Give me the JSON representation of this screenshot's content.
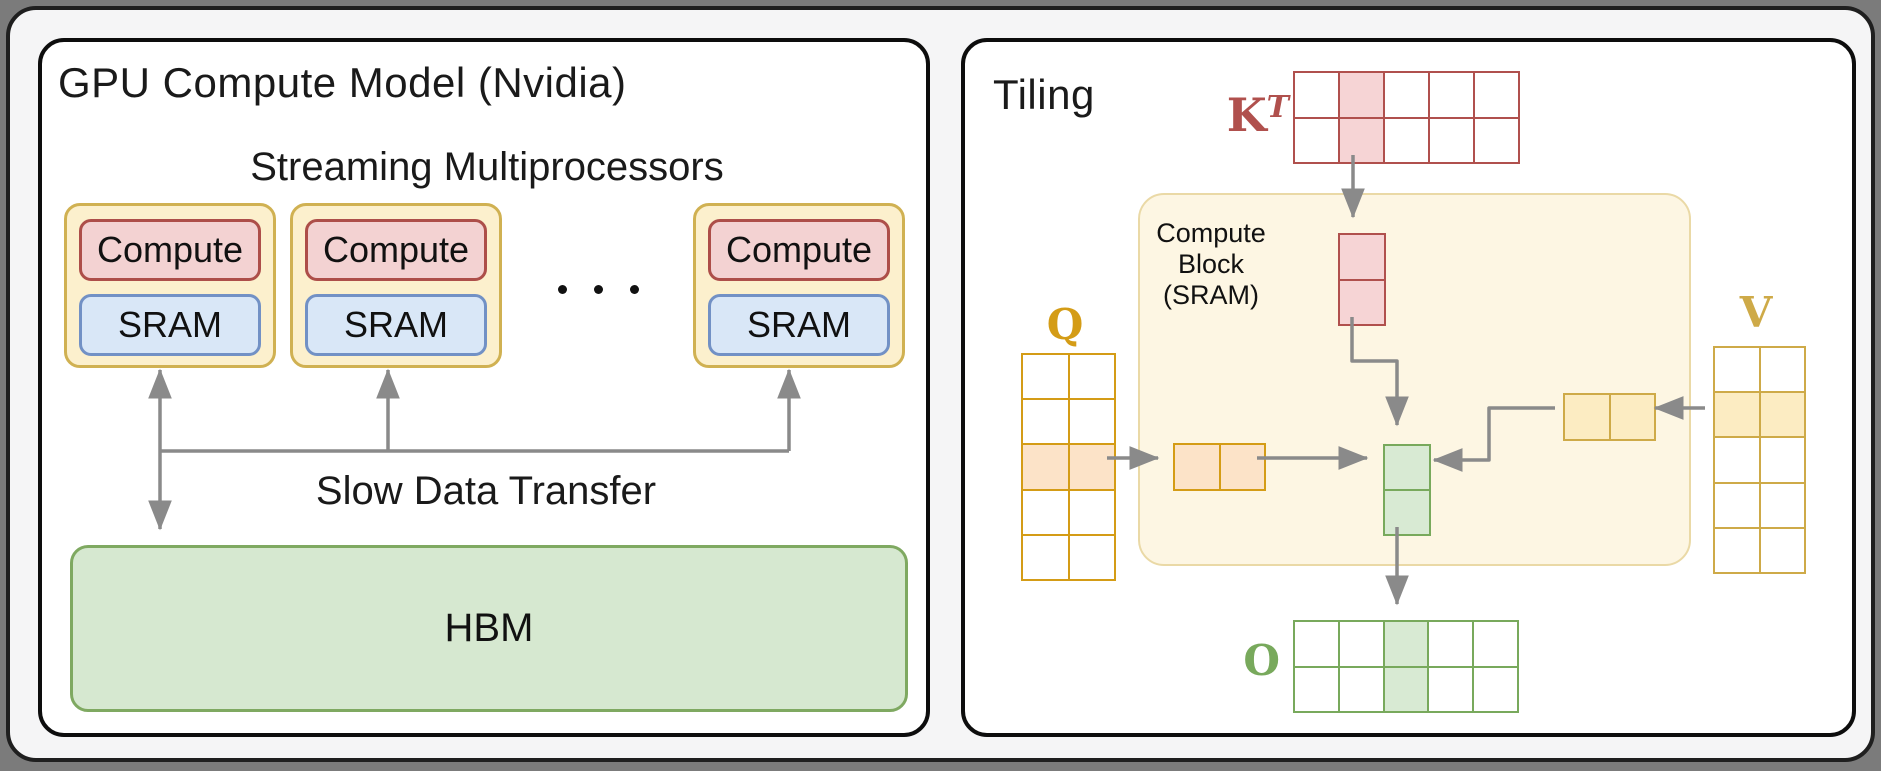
{
  "left_panel": {
    "title": "GPU Compute Model (Nvidia)",
    "subtitle": "Streaming Multiprocessors",
    "sm_units": [
      {
        "compute": "Compute",
        "sram": "SRAM"
      },
      {
        "compute": "Compute",
        "sram": "SRAM"
      },
      {
        "compute": "Compute",
        "sram": "SRAM"
      }
    ],
    "ellipsis_count": 3,
    "transfer_label": "Slow Data Transfer",
    "memory_label": "HBM"
  },
  "right_panel": {
    "title": "Tiling",
    "compute_block": {
      "lines": [
        "Compute",
        "Block",
        "(SRAM)"
      ]
    },
    "matrices": {
      "kt": {
        "label": "K",
        "superscript": "T",
        "rows": 2,
        "cols": 5,
        "highlighted": "column 2"
      },
      "q": {
        "label": "Q",
        "rows": 5,
        "cols": 2,
        "highlighted": "row 3"
      },
      "v": {
        "label": "V",
        "rows": 5,
        "cols": 2,
        "highlighted": "row 2"
      },
      "o": {
        "label": "O",
        "rows": 2,
        "cols": 5,
        "highlighted": "column 3"
      }
    },
    "grids": {
      "kt": {
        "rows": 2,
        "cols": 5,
        "highlight": "col",
        "index": 2,
        "border": "#b0504d",
        "fill": "#f6d4d5"
      },
      "k-tile": {
        "rows": 2,
        "cols": 1,
        "highlight": "all",
        "index": 0,
        "border": "#b0504d",
        "fill": "#f6d4d5"
      },
      "q": {
        "rows": 5,
        "cols": 2,
        "highlight": "row",
        "index": 3,
        "border": "#d49c16",
        "fill": "#fce3c8"
      },
      "q-tile": {
        "rows": 1,
        "cols": 2,
        "highlight": "all",
        "index": 0,
        "border": "#d49c16",
        "fill": "#fce3c8"
      },
      "s-tile": {
        "rows": 2,
        "cols": 1,
        "highlight": "all",
        "index": 0,
        "border": "#78a95c",
        "fill": "#d8ead3"
      },
      "v": {
        "rows": 5,
        "cols": 2,
        "highlight": "row",
        "index": 2,
        "border": "#ceaa48",
        "fill": "#fcecc2"
      },
      "v-tile": {
        "rows": 1,
        "cols": 2,
        "highlight": "all",
        "index": 0,
        "border": "#ceaa48",
        "fill": "#fcecc2"
      },
      "o": {
        "rows": 2,
        "cols": 5,
        "highlight": "col",
        "index": 3,
        "border": "#78a95c",
        "fill": "#d8ead3"
      }
    }
  },
  "colors": {
    "sm_yellow_fill": "#fcf0cd",
    "sm_yellow_border": "#d0b152",
    "compute_red_fill": "#f3d2d2",
    "compute_red_border": "#ad4e49",
    "sram_blue_fill": "#d9e7f7",
    "sram_blue_border": "#7291c5",
    "hbm_green_fill": "#d6e8d0",
    "hbm_green_border": "#7fa961",
    "compute_block_fill": "#fdf6e3",
    "compute_block_border": "#ead9a6",
    "arrow_gray": "#8a8a8a",
    "k_red": "#b0504d",
    "q_orange": "#d49c16",
    "v_gold": "#ceaa48",
    "o_green": "#78a95c"
  }
}
